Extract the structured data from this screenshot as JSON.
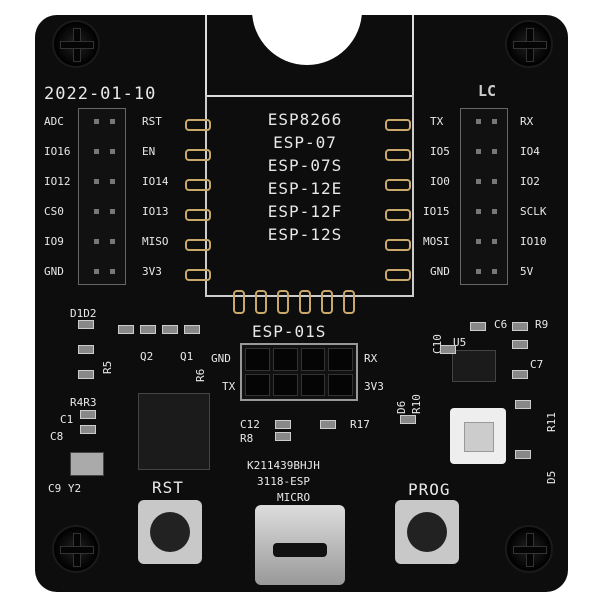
{
  "date": "2022-01-10",
  "logo": "LC",
  "module_names": [
    "ESP8266",
    "ESP-07",
    "ESP-07S",
    "ESP-12E",
    "ESP-12F",
    "ESP-12S"
  ],
  "left_header": {
    "outer": [
      "ADC",
      "IO16",
      "IO12",
      "CS0",
      "IO9",
      "GND"
    ],
    "inner": [
      "RST",
      "EN",
      "IO14",
      "IO13",
      "MISO",
      "3V3"
    ]
  },
  "right_header": {
    "inner": [
      "TX",
      "IO5",
      "IO0",
      "IO15",
      "MOSI",
      "GND"
    ],
    "outer": [
      "RX",
      "IO4",
      "IO2",
      "SCLK",
      "IO10",
      "5V"
    ]
  },
  "esp01": {
    "title": "ESP-01S",
    "gnd": "GND",
    "tx": "TX",
    "rx": "RX",
    "v33": "3V3"
  },
  "components": {
    "d1d2": "D1D2",
    "r5": "R5",
    "r4r3": "R4R3",
    "c1": "C1",
    "c8": "C8",
    "c9y2": "C9 Y2",
    "q2": "Q2",
    "q1": "Q1",
    "r6": "R6",
    "c12": "C12",
    "r8": "R8",
    "r17": "R17",
    "c6": "C6",
    "r9": "R9",
    "u5": "U5",
    "c10": "C10",
    "c7": "C7",
    "d6": "D6",
    "r10": "R10",
    "r11": "R11",
    "d5": "D5"
  },
  "codes": [
    "K211439BHJH",
    "3118-ESP"
  ],
  "micro": "MICRO",
  "buttons": {
    "rst": "RST",
    "prog": "PROG"
  }
}
